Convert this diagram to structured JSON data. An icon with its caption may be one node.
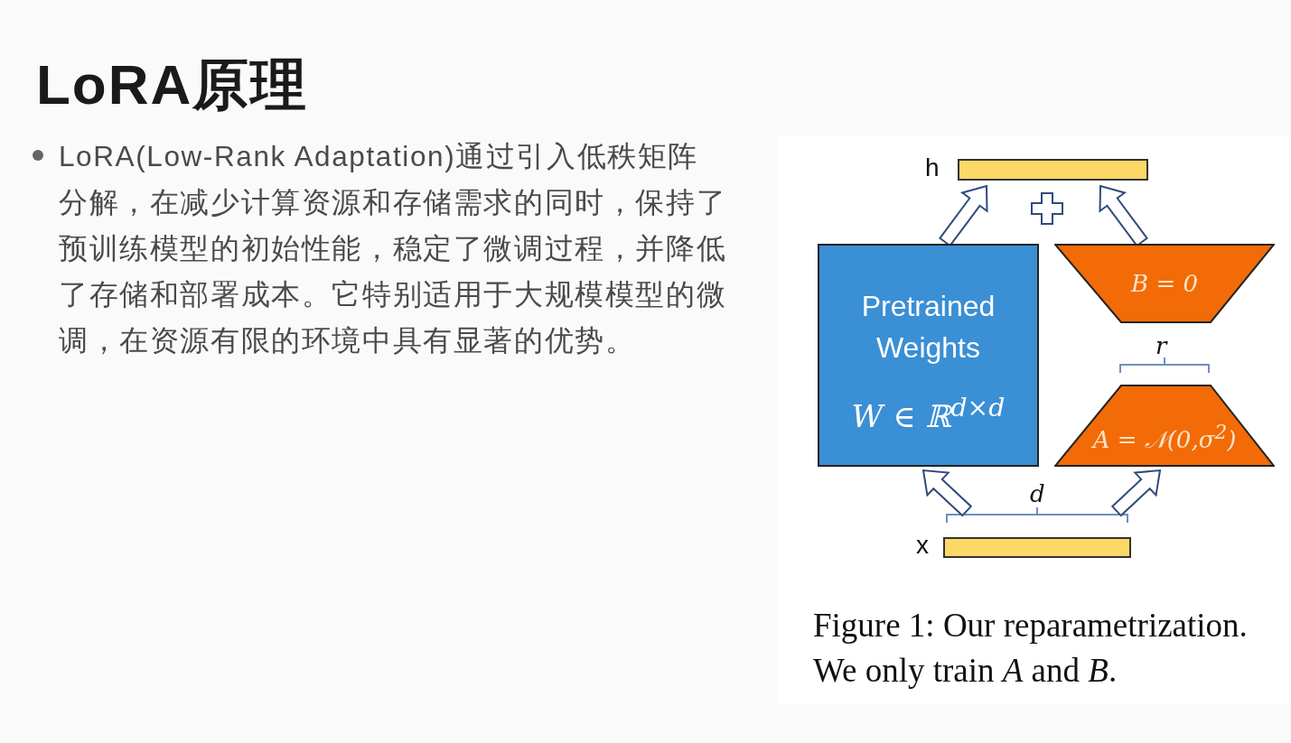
{
  "diagram": {
    "title": "LoRA原理",
    "caption": "Figure 1: Our reparametrization. We only train *A* and *B*.",
    "nodes": [
      {
        "text": [],
        "shape": "bar",
        "beside": [
          "h"
        ]
      },
      {
        "text": [
          "Pretrained Weights",
          "W ∈ ℝ$^{d×d}$"
        ]
      },
      {
        "text": [
          "B = 0"
        ]
      },
      {
        "text": [
          "A = 𝒩(0,σ$^{2}$)"
        ]
      },
      {
        "text": [],
        "shape": "bar",
        "beside": [
          "x"
        ]
      }
    ],
    "edges": [
      {
        "from": 1,
        "to": 0,
        "arrow": "to"
      },
      {
        "from": 2,
        "to": 0,
        "arrow": "to"
      },
      {
        "from": 4,
        "to": 1,
        "arrow": "to"
      },
      {
        "from": 4,
        "to": 3,
        "arrow": "to"
      }
    ],
    "labels": [
      "LoRA(Low-Rank Adaptation)通过引入低秩矩阵分解，在减少计算资源和存储需求的同时，保持了预训练模型的初始性能，稳定了微调过程，并降低了存储和部署成本。它特别适用于大规模模型的微调，在资源有限的环境中具有显著的优势。",
      "r",
      "d"
    ]
  }
}
